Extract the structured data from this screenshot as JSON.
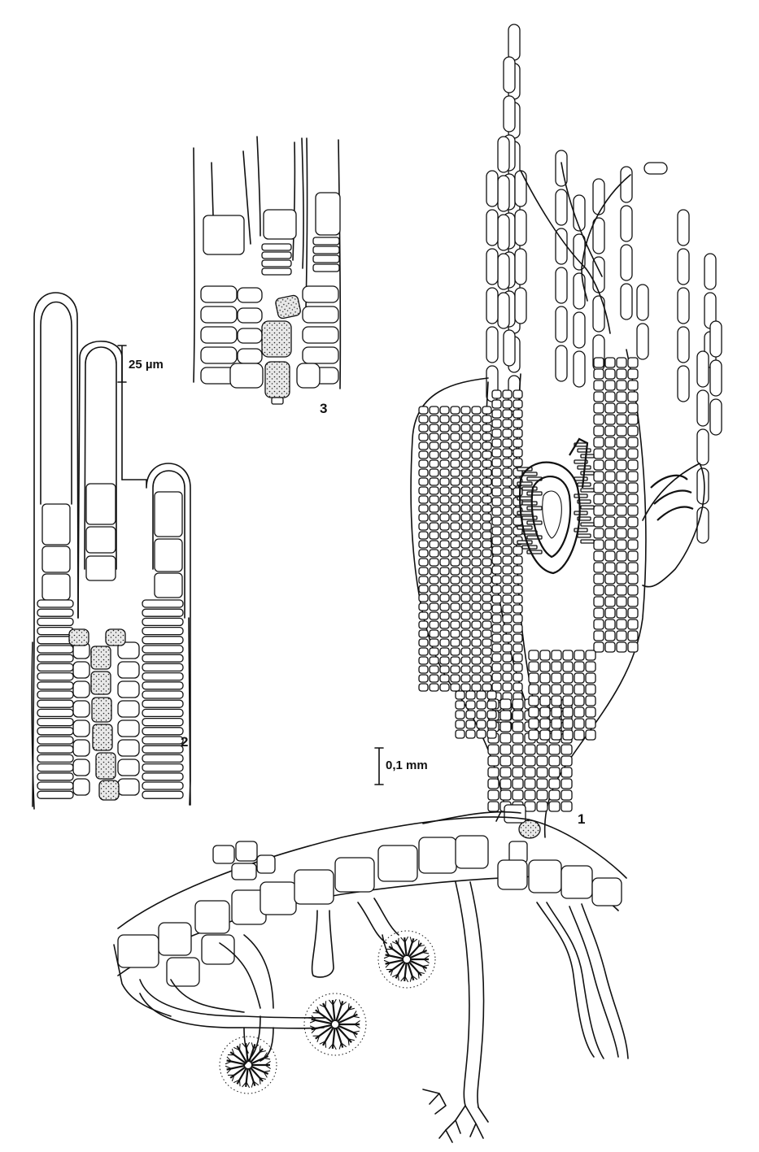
{
  "figure_numbers": [
    "1",
    "2",
    "3"
  ],
  "scale_bars": {
    "fig2_3": "25 µm",
    "fig1": "0,1 mm"
  }
}
